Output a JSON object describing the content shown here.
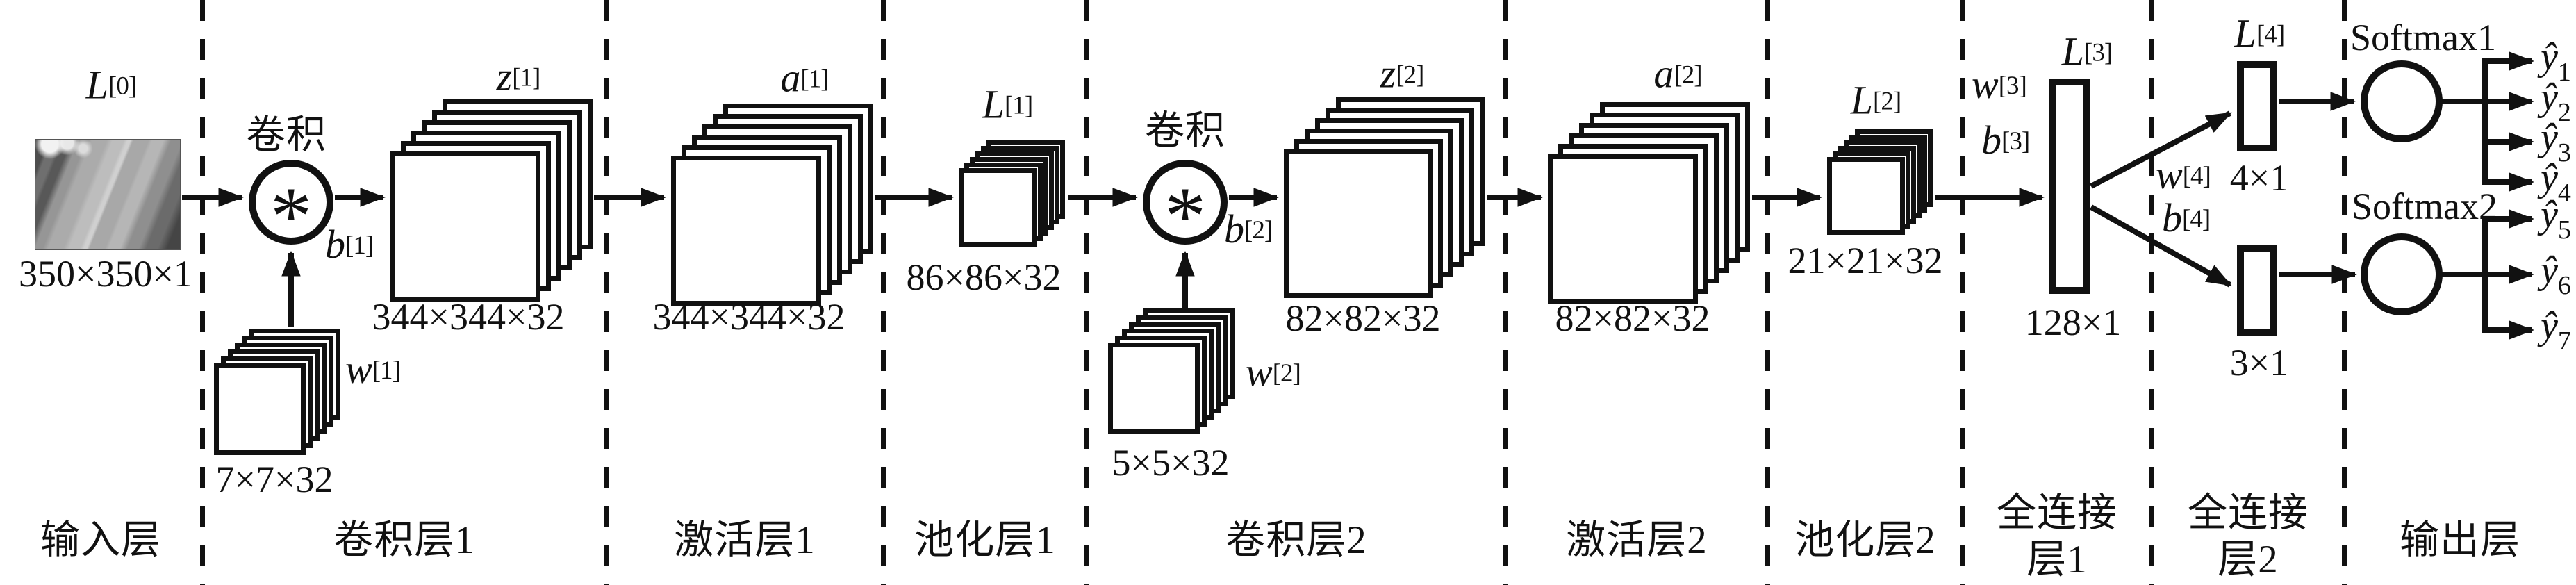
{
  "meta": {
    "background": "#ffffff",
    "ink": "#111111"
  },
  "sections": [
    {
      "id": "input",
      "label": "输入层"
    },
    {
      "id": "conv1",
      "label": "卷积层1"
    },
    {
      "id": "act1",
      "label": "激活层1"
    },
    {
      "id": "pool1",
      "label": "池化层1"
    },
    {
      "id": "conv2",
      "label": "卷积层2"
    },
    {
      "id": "act2",
      "label": "激活层2"
    },
    {
      "id": "pool2",
      "label": "池化层2"
    },
    {
      "id": "fc1",
      "label": "全连接层1",
      "line1": "全连接",
      "line2": "层1"
    },
    {
      "id": "fc2",
      "label": "全连接层2",
      "line1": "全连接",
      "line2": "层2"
    },
    {
      "id": "output",
      "label": "输出层"
    }
  ],
  "input": {
    "tensor": {
      "base": "L",
      "sup": "[0]"
    },
    "caption": "350×350×1"
  },
  "conv1": {
    "op_label": "卷积",
    "op_symbol": "*",
    "bias": {
      "base": "b",
      "sup": "[1]"
    },
    "weights": {
      "base": "w",
      "sup": "[1]"
    },
    "weights_caption": "7×7×32",
    "out": {
      "base": "z",
      "sup": "[1]"
    },
    "out_caption": "344×344×32"
  },
  "act1": {
    "out": {
      "base": "a",
      "sup": "[1]"
    },
    "caption": "344×344×32"
  },
  "pool1": {
    "out": {
      "base": "L",
      "sup": "[1]"
    },
    "caption": "86×86×32"
  },
  "conv2": {
    "op_label": "卷积",
    "op_symbol": "*",
    "bias": {
      "base": "b",
      "sup": "[2]"
    },
    "weights": {
      "base": "w",
      "sup": "[2]"
    },
    "weights_caption": "5×5×32",
    "out": {
      "base": "z",
      "sup": "[2]"
    },
    "out_caption": "82×82×32"
  },
  "act2": {
    "out": {
      "base": "a",
      "sup": "[2]"
    },
    "caption": "82×82×32"
  },
  "pool2": {
    "out": {
      "base": "L",
      "sup": "[2]"
    },
    "caption": "21×21×32"
  },
  "fc1": {
    "weights": {
      "base": "w",
      "sup": "[3]"
    },
    "bias": {
      "base": "b",
      "sup": "[3]"
    },
    "out": {
      "base": "L",
      "sup": "[3]"
    },
    "caption": "128×1"
  },
  "fc2": {
    "out": {
      "base": "L",
      "sup": "[4]"
    },
    "weights": {
      "base": "w",
      "sup": "[4]"
    },
    "bias": {
      "base": "b",
      "sup": "[4]"
    },
    "branch1_caption": "4×1",
    "branch2_caption": "3×1"
  },
  "output": {
    "softmax1": "Softmax1",
    "softmax2": "Softmax2",
    "outputs": [
      {
        "base": "ŷ",
        "sub": "1"
      },
      {
        "base": "ŷ",
        "sub": "2"
      },
      {
        "base": "ŷ",
        "sub": "3"
      },
      {
        "base": "ŷ",
        "sub": "4"
      },
      {
        "base": "ŷ",
        "sub": "5"
      },
      {
        "base": "ŷ",
        "sub": "6"
      },
      {
        "base": "ŷ",
        "sub": "7"
      }
    ]
  }
}
